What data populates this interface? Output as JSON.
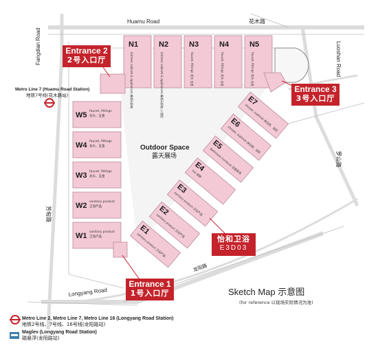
{
  "roads": {
    "huamu_en": "Huamu Road",
    "huamu_cn": "花木路",
    "fangdian_en": "Fangdian Road",
    "fangdian_cn": "芳甸路",
    "luoshan_en": "Luoshan Road",
    "luoshan_cn": "罗山路",
    "longyang_en": "Longyang Road",
    "longyang_cn": "龙阳路"
  },
  "metro7": {
    "en": "Metro Line 7 (Huamu Road Station)",
    "cn": "地铁7号线(花木路站)"
  },
  "entrances": [
    {
      "en": "Entrance 2",
      "cn": "2号入口厅"
    },
    {
      "en": "Entrance 3",
      "cn": "3号入口厅"
    },
    {
      "en": "Entrance 1",
      "cn": "1号入口厅"
    }
  ],
  "north_halls": [
    {
      "name": "N1",
      "desc": "kitchen cabinet & appliances 橱柜&厨电"
    },
    {
      "name": "N2",
      "desc": "kitchen cabinet & appliances 橱柜&厨电·入墙柜"
    },
    {
      "name": "N3",
      "desc": "faucet, fittings 龙头·五金"
    },
    {
      "name": "N4",
      "desc": "faucet, fittings 龙头·五金"
    },
    {
      "name": "N5",
      "desc": "faucet, fittings 龙头·五金"
    }
  ],
  "west_halls": [
    {
      "name": "W5",
      "en": "faucet, fittings",
      "cn": "龙头、五金"
    },
    {
      "name": "W4",
      "en": "faucet, fittings",
      "cn": "龙头、五金"
    },
    {
      "name": "W3",
      "en": "faucet, fittings",
      "cn": "龙头、五金"
    },
    {
      "name": "W2",
      "en": "sanitary product",
      "cn": "卫浴产品"
    },
    {
      "name": "W1",
      "en": "sanitary product",
      "cn": "卫浴产品"
    }
  ],
  "east_halls": [
    {
      "name": "E7",
      "desc": "shower, bathtub 淋浴房、浴缸"
    },
    {
      "name": "E6",
      "desc": "shower, bathtub 淋浴房、浴缸"
    },
    {
      "name": "E5",
      "desc": "Bathroom furniture 浴室家具"
    },
    {
      "name": "E4",
      "desc": "tile 瓷砖"
    },
    {
      "name": "E3",
      "desc": "sanitary product 卫浴产品"
    },
    {
      "name": "E2",
      "desc": "sanitary product 卫浴产品"
    },
    {
      "name": "E1",
      "desc": "sanitary product 卫浴产品"
    }
  ],
  "outdoor": {
    "en": "Outdoor Space",
    "cn": "露天展场"
  },
  "booth": {
    "name": "怡和卫浴",
    "code": "E3D03"
  },
  "sketch": {
    "title_en": "Sketch Map",
    "title_cn": "示意图",
    "note": "(for reference 以现场实际情况为准)"
  },
  "legend": {
    "metro_en": "Metro Line 2, Metro Line 7, Metro Line 16 (Longyang Road Station)",
    "metro_cn": "地铁2号线、7号线、16号线(龙阳路站)",
    "maglev_en": "Maglev (Longyang Road Station)",
    "maglev_cn": "磁悬浮(龙阳路站)"
  },
  "colors": {
    "hall": "#f3c9d6",
    "hall_stroke": "#b98a98",
    "accent": "#c4232b",
    "road": "#e9e9e9"
  }
}
